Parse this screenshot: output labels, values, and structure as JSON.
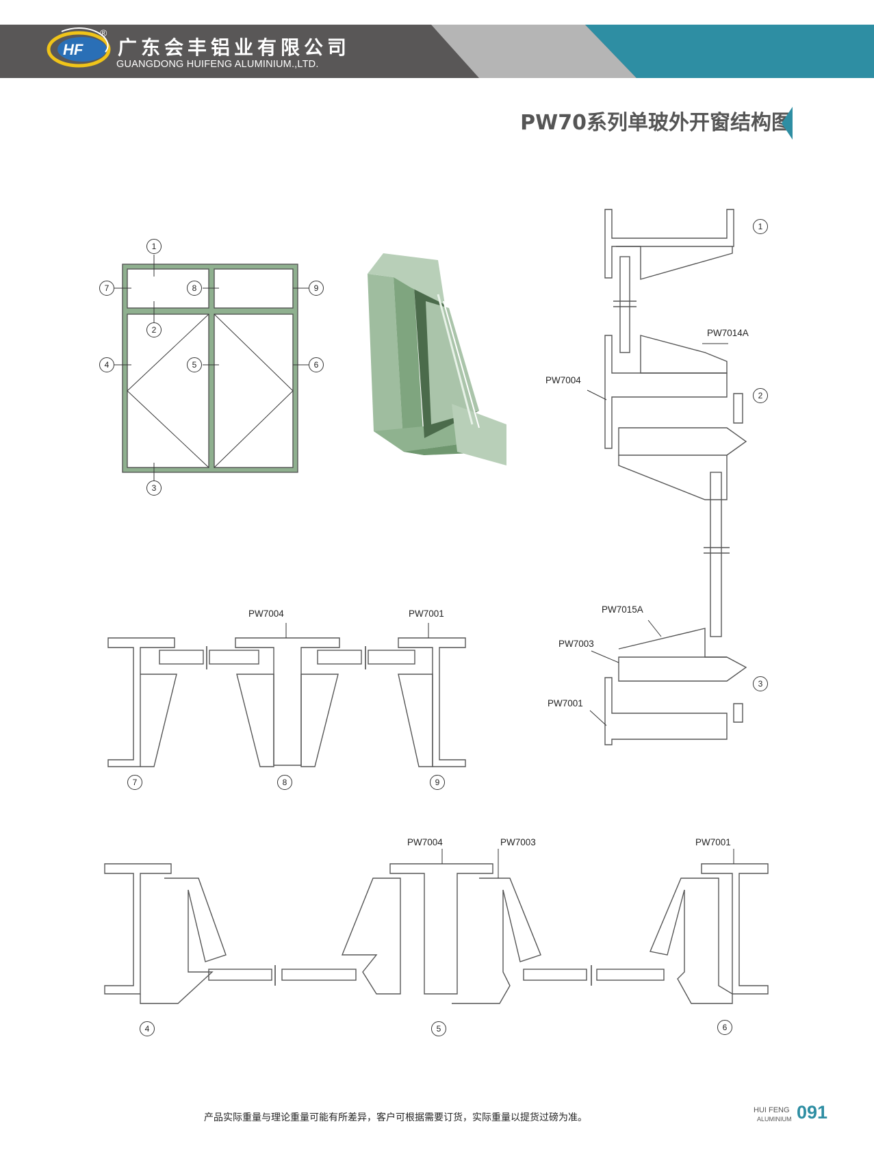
{
  "header": {
    "company_cn": "广东会丰铝业有限公司",
    "company_en": "GUANGDONG HUIFENG ALUMINIUM.,LTD.",
    "logo_text": "HF",
    "registered_mark": "®",
    "colors": {
      "dark": "#595757",
      "grey": "#b5b5b5",
      "teal": "#2e8ea3",
      "frame_green": "#8fb08f"
    }
  },
  "title": "PW70系列单玻外开窗结构图",
  "elevation_markers": [
    "1",
    "2",
    "3",
    "4",
    "5",
    "6",
    "7",
    "8",
    "9"
  ],
  "right_section": {
    "markers": [
      "1",
      "2",
      "3"
    ],
    "labels": {
      "pw7014a": "PW7014A",
      "pw7004": "PW7004",
      "pw7015a": "PW7015A",
      "pw7003": "PW7003",
      "pw7001": "PW7001"
    }
  },
  "mid_section": {
    "markers": [
      "7",
      "8",
      "9"
    ],
    "labels": {
      "pw7004": "PW7004",
      "pw7001": "PW7001"
    }
  },
  "bottom_section": {
    "markers": [
      "4",
      "5",
      "6"
    ],
    "labels": {
      "pw7004": "PW7004",
      "pw7003": "PW7003",
      "pw7001": "PW7001"
    }
  },
  "footer": {
    "note": "产品实际重量与理论重量可能有所差异，客户可根据需要订货，实际重量以提货过磅为准。",
    "brand": "HUI FENG",
    "brand_sub": "ALUMINIUM",
    "page_number": "091"
  }
}
